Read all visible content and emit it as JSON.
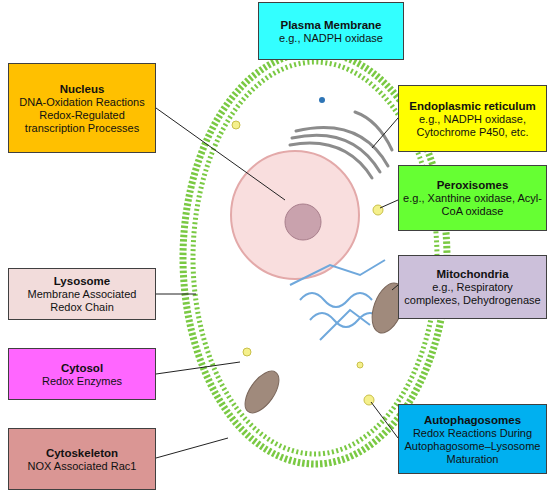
{
  "diagram": {
    "nodes": [
      {
        "text": [
          "Plasma Membrane",
          "e.g., NADPH oxidase"
        ]
      },
      {
        "text": [
          "Nucleus",
          "DNA-Oxidation Reactions Redox-Regulated transcription Processes"
        ]
      },
      {
        "text": [
          "Endoplasmic reticulum",
          "e.g., NADPH oxidase, Cytochrome P450, etc."
        ]
      },
      {
        "text": [
          "Peroxisomes",
          "e.g., Xanthine oxidase, Acyl-CoA oxidase"
        ]
      },
      {
        "text": [
          "Lysosome",
          "Membrane Associated Redox Chain"
        ]
      },
      {
        "text": [
          "Mitochondria",
          "e.g., Respiratory complexes, Dehydrogenase"
        ]
      },
      {
        "text": [
          "Cytosol",
          "Redox Enzymes"
        ]
      },
      {
        "text": [
          "Autophagosomes",
          "Redox Reactions During Autophagosome–Lysosome Maturation"
        ]
      },
      {
        "text": [
          "Cytoskeleton",
          "NOX Associated Rac1"
        ]
      }
    ]
  }
}
